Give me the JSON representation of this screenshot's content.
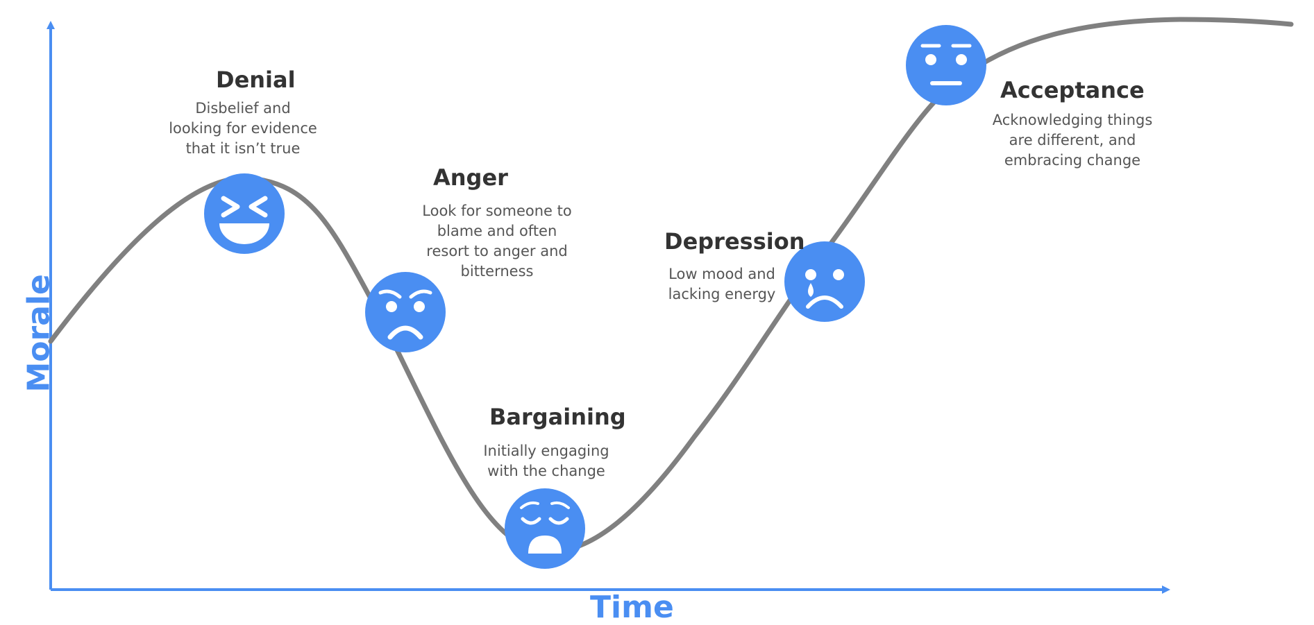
{
  "axes": {
    "x_label": "Time",
    "y_label": "Morale"
  },
  "colors": {
    "accent": "#4a8ef2",
    "curve": "#808080",
    "title": "#333333",
    "text": "#555555"
  },
  "stages": [
    {
      "title": "Denial",
      "desc": "Disbelief and looking for evidence that it isn’t true",
      "icon": "laughing-face-icon"
    },
    {
      "title": "Anger",
      "desc": "Look for someone to blame and often resort to anger and bitterness",
      "icon": "angry-face-icon"
    },
    {
      "title": "Bargaining",
      "desc": "Initially engaging with the change",
      "icon": "weary-face-icon"
    },
    {
      "title": "Depression",
      "desc": "Low mood and lacking energy",
      "icon": "crying-face-icon"
    },
    {
      "title": "Acceptance",
      "desc": "Acknowledging things are different, and embracing change",
      "icon": "neutral-face-icon"
    }
  ]
}
